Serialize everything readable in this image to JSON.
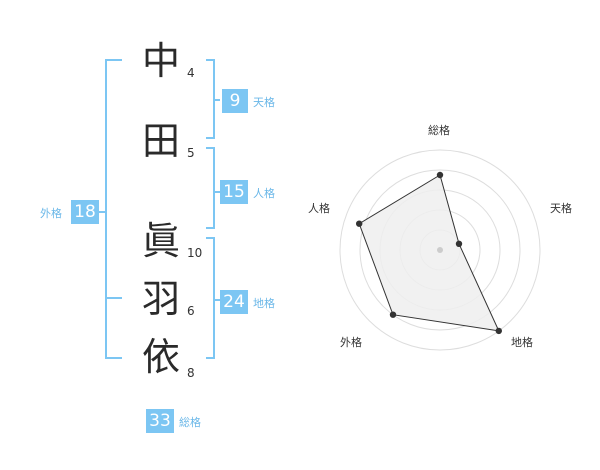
{
  "name": {
    "characters": [
      {
        "char": "中",
        "strokes": "4"
      },
      {
        "char": "田",
        "strokes": "5"
      },
      {
        "char": "眞",
        "strokes": "10"
      },
      {
        "char": "羽",
        "strokes": "6"
      },
      {
        "char": "依",
        "strokes": "8"
      }
    ]
  },
  "fortune": {
    "tenkaku": {
      "label": "天格",
      "value": "9"
    },
    "jinkaku": {
      "label": "人格",
      "value": "15"
    },
    "chikaku": {
      "label": "地格",
      "value": "24"
    },
    "gaikaku": {
      "label": "外格",
      "value": "18"
    },
    "soukaku": {
      "label": "総格",
      "value": "33"
    }
  },
  "radar": {
    "axes": [
      "総格",
      "天格",
      "地格",
      "外格",
      "人格"
    ],
    "values": [
      0.75,
      0.2,
      1.0,
      0.8,
      0.85
    ],
    "line_color": "#333333",
    "fill_color": "#eeeeee",
    "ring_color": "#dddddd",
    "accent_color": "#7cc6f3"
  }
}
